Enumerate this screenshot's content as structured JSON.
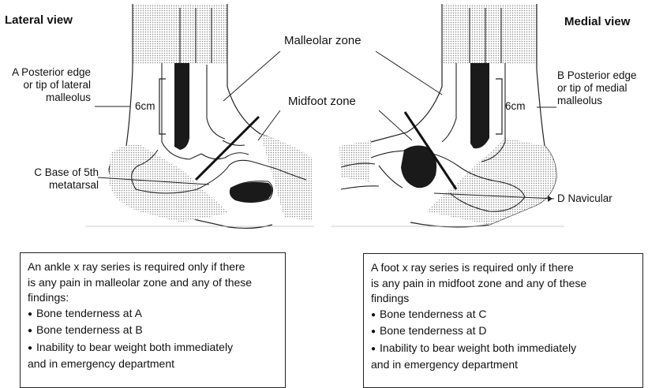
{
  "lateral": {
    "heading": "Lateral view",
    "label_a": [
      "A Posterior edge",
      "or tip of lateral",
      "malleolus"
    ],
    "label_c": [
      "C Base of 5th",
      "metatarsal"
    ]
  },
  "medial": {
    "heading": "Medial view",
    "label_b": [
      "B Posterior edge",
      "or tip of medial",
      "malleolus"
    ],
    "label_d": "D Navicular"
  },
  "zones": {
    "malleolar": "Malleolar zone",
    "midfoot": "Midfoot zone"
  },
  "measure": "6cm",
  "ankle_rule": {
    "intro": [
      "An ankle x ray series is required only if there",
      "is any pain in malleolar zone and any of these",
      "findings:"
    ],
    "items": [
      "Bone tenderness at A",
      "Bone tenderness at B"
    ],
    "last_item": [
      "Inability to bear weight both immediately",
      "and in emergency department"
    ]
  },
  "foot_rule": {
    "intro": [
      "A foot x ray series is required only if there",
      "is any pain in midfoot zone and any of these",
      "findings"
    ],
    "items": [
      "Bone tenderness at C",
      "Bone tenderness at D"
    ],
    "last_item": [
      "Inability to bear weight both immediately",
      "and in emergency department"
    ]
  }
}
